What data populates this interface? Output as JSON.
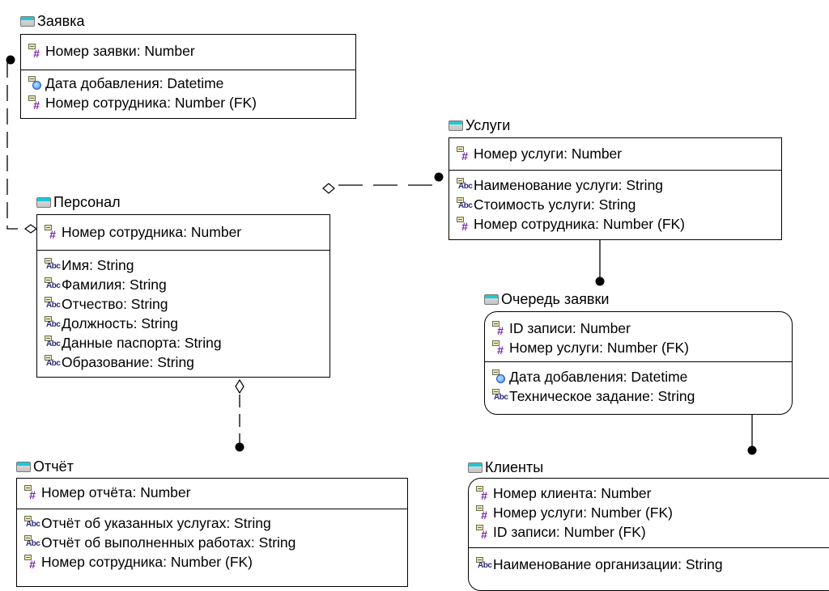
{
  "diagram": {
    "entities": [
      {
        "id": "zayavka",
        "title": "Заявка",
        "pk": [
          {
            "label": "Номер заявки: Number",
            "type": "number"
          }
        ],
        "attrs": [
          {
            "label": "Дата добавления: Datetime",
            "type": "datetime"
          },
          {
            "label": "Номер сотрудника: Number (FK)",
            "type": "number"
          }
        ]
      },
      {
        "id": "personal",
        "title": "Персонал",
        "pk": [
          {
            "label": "Номер сотрудника: Number",
            "type": "number"
          }
        ],
        "attrs": [
          {
            "label": "Имя: String",
            "type": "string"
          },
          {
            "label": "Фамилия: String",
            "type": "string"
          },
          {
            "label": "Отчество: String",
            "type": "string"
          },
          {
            "label": "Должность: String",
            "type": "string"
          },
          {
            "label": "Данные паспорта: String",
            "type": "string"
          },
          {
            "label": "Образование: String",
            "type": "string"
          }
        ]
      },
      {
        "id": "uslugi",
        "title": "Услуги",
        "pk": [
          {
            "label": "Номер услуги: Number",
            "type": "number"
          }
        ],
        "attrs": [
          {
            "label": "Наименование услуги: String",
            "type": "string"
          },
          {
            "label": "Стоимость услуги: String",
            "type": "string"
          },
          {
            "label": "Номер сотрудника: Number (FK)",
            "type": "number"
          }
        ]
      },
      {
        "id": "ochered",
        "title": "Очередь заявки",
        "pk": [
          {
            "label": "ID записи: Number",
            "type": "number"
          },
          {
            "label": "Номер услуги: Number (FK)",
            "type": "number"
          }
        ],
        "attrs": [
          {
            "label": "Дата добавления: Datetime",
            "type": "datetime"
          },
          {
            "label": "Техническое задание: String",
            "type": "string"
          }
        ]
      },
      {
        "id": "otchet",
        "title": "Отчёт",
        "pk": [
          {
            "label": "Номер отчёта: Number",
            "type": "number"
          }
        ],
        "attrs": [
          {
            "label": "Отчёт об указанных услугах: String",
            "type": "string"
          },
          {
            "label": "Отчёт об выполненных работах: String",
            "type": "string"
          },
          {
            "label": "Номер сотрудника: Number (FK)",
            "type": "number"
          }
        ]
      },
      {
        "id": "klienty",
        "title": "Клиенты",
        "pk": [
          {
            "label": "Номер клиента: Number",
            "type": "number"
          },
          {
            "label": "Номер услуги: Number (FK)",
            "type": "number"
          },
          {
            "label": "ID записи: Number (FK)",
            "type": "number"
          }
        ],
        "attrs": [
          {
            "label": "Наименование организации: String",
            "type": "string"
          }
        ]
      }
    ],
    "relationships": [
      {
        "from": "zayavka",
        "to": "personal",
        "parent_end": "diamond",
        "child_end": "dot",
        "style": "dashed"
      },
      {
        "from": "uslugi",
        "to": "personal",
        "parent_end": "diamond",
        "child_end": "dot",
        "style": "dashed"
      },
      {
        "from": "personal",
        "to": "otchet",
        "parent_end": "diamond",
        "child_end": "dot",
        "style": "dashed"
      },
      {
        "from": "uslugi",
        "to": "ochered",
        "parent_end": "none",
        "child_end": "dot",
        "style": "solid"
      },
      {
        "from": "ochered",
        "to": "klienty",
        "parent_end": "none",
        "child_end": "dot",
        "style": "solid"
      }
    ],
    "icons": {
      "table": "table-icon",
      "number": "number-key-icon",
      "string": "string-key-icon",
      "datetime": "datetime-key-icon"
    },
    "colors": {
      "table_icon_top": "#1ec8d8",
      "number_glyph": "#7a1fb8",
      "clock": "#3d8be0"
    }
  }
}
